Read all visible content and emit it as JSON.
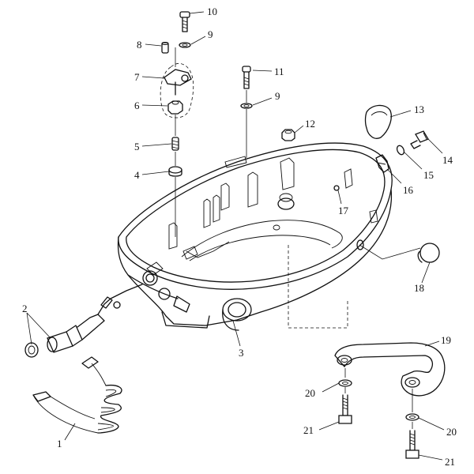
{
  "diagram": {
    "callouts": [
      {
        "id": "c1",
        "label": "1"
      },
      {
        "id": "c2",
        "label": "2"
      },
      {
        "id": "c3",
        "label": "3"
      },
      {
        "id": "c4",
        "label": "4"
      },
      {
        "id": "c5",
        "label": "5"
      },
      {
        "id": "c6",
        "label": "6"
      },
      {
        "id": "c7",
        "label": "7"
      },
      {
        "id": "c8",
        "label": "8"
      },
      {
        "id": "c9a",
        "label": "9"
      },
      {
        "id": "c9b",
        "label": "9"
      },
      {
        "id": "c10",
        "label": "10"
      },
      {
        "id": "c11",
        "label": "11"
      },
      {
        "id": "c12",
        "label": "12"
      },
      {
        "id": "c13",
        "label": "13"
      },
      {
        "id": "c14",
        "label": "14"
      },
      {
        "id": "c15",
        "label": "15"
      },
      {
        "id": "c16",
        "label": "16"
      },
      {
        "id": "c17",
        "label": "17"
      },
      {
        "id": "c18",
        "label": "18"
      },
      {
        "id": "c19",
        "label": "19"
      },
      {
        "id": "c20a",
        "label": "20"
      },
      {
        "id": "c20b",
        "label": "20"
      },
      {
        "id": "c21a",
        "label": "21"
      },
      {
        "id": "c21b",
        "label": "21"
      }
    ]
  }
}
